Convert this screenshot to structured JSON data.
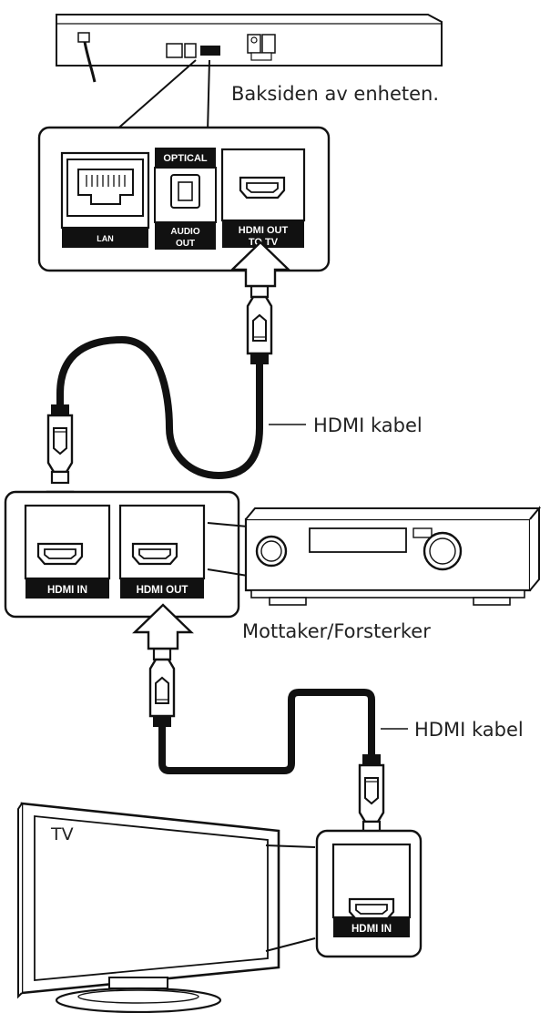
{
  "labels": {
    "device_back": "Baksiden av enheten.",
    "cable_1": "HDMI kabel",
    "receiver": "Mottaker/Forsterker",
    "cable_2": "HDMI kabel",
    "tv": "TV"
  },
  "player_ports": {
    "lan": "LAN",
    "optical": "OPTICAL",
    "audio": "AUDIO",
    "audio_out": "OUT",
    "hdmi_out": "HDMI OUT",
    "to_tv": "TO TV"
  },
  "receiver_ports": {
    "hdmi_in": "HDMI IN",
    "hdmi_out": "HDMI OUT"
  },
  "tv_ports": {
    "hdmi_in": "HDMI IN"
  }
}
